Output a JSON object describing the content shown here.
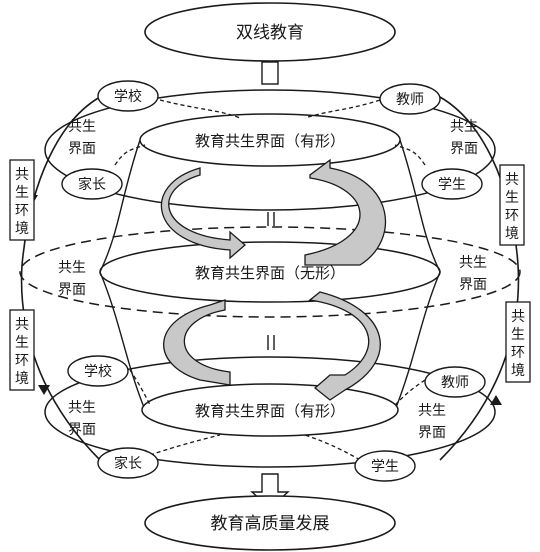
{
  "top_title": "双线教育",
  "bottom_title": "教育高质量发展",
  "interfaces": {
    "upper": "教育共生界面（有形）",
    "middle": "教育共生界面（无形）",
    "lower": "教育共生界面（有形）"
  },
  "upper_nodes": {
    "school": "学校",
    "teacher": "教师",
    "family": "家长",
    "student": "学生"
  },
  "lower_nodes": {
    "school": "学校",
    "teacher": "教师",
    "family": "家长",
    "student": "学生"
  },
  "interface_labels": {
    "upper_left": [
      "共生",
      "界面"
    ],
    "upper_right": [
      "共生",
      "界面"
    ],
    "middle_left": [
      "共生",
      "界面"
    ],
    "middle_right": [
      "共生",
      "界面"
    ],
    "lower_left": [
      "共生",
      "界面"
    ],
    "lower_right": [
      "共生",
      "界面"
    ]
  },
  "environment_labels": {
    "upper_left": [
      "共",
      "生",
      "环",
      "境"
    ],
    "upper_right": [
      "共",
      "生",
      "环",
      "境"
    ],
    "lower_left": [
      "共",
      "生",
      "环",
      "境"
    ],
    "lower_right": [
      "共",
      "生",
      "环",
      "境"
    ]
  },
  "colors": {
    "stroke": "#1a1a1a",
    "arrow_fill": "#c8c8c8",
    "background": "#ffffff"
  }
}
